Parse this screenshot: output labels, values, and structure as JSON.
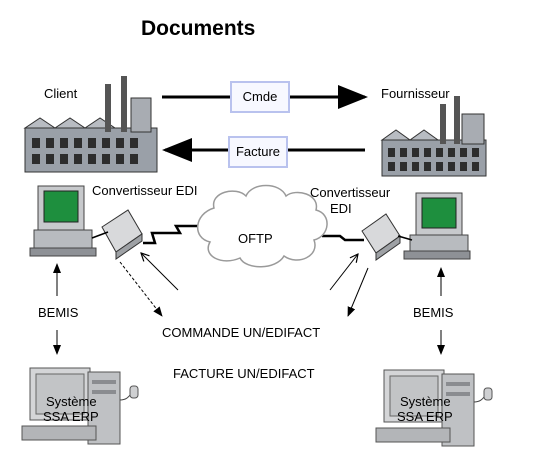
{
  "title": "Documents",
  "parties": {
    "client": "Client",
    "supplier": "Fournisseur"
  },
  "messages": {
    "order": "Cmde",
    "invoice": "Facture"
  },
  "converters": {
    "left": "Convertisseur EDI",
    "right_line1": "Convertisseur",
    "right_line2": "EDI"
  },
  "network": "OFTP",
  "mapping": {
    "left": "BEMIS",
    "right": "BEMIS"
  },
  "formats": {
    "order": "COMMANDE UN/EDIFACT",
    "invoice": "FACTURE UN/EDIFACT"
  },
  "erp": {
    "left_line1": "Système",
    "left_line2": "SSA ERP",
    "right_line1": "Système",
    "right_line2": "SSA ERP"
  },
  "colors": {
    "screen": "#1e8f3e",
    "doc_border": "#b9c2ee",
    "cloud": "#9a9a9a"
  }
}
